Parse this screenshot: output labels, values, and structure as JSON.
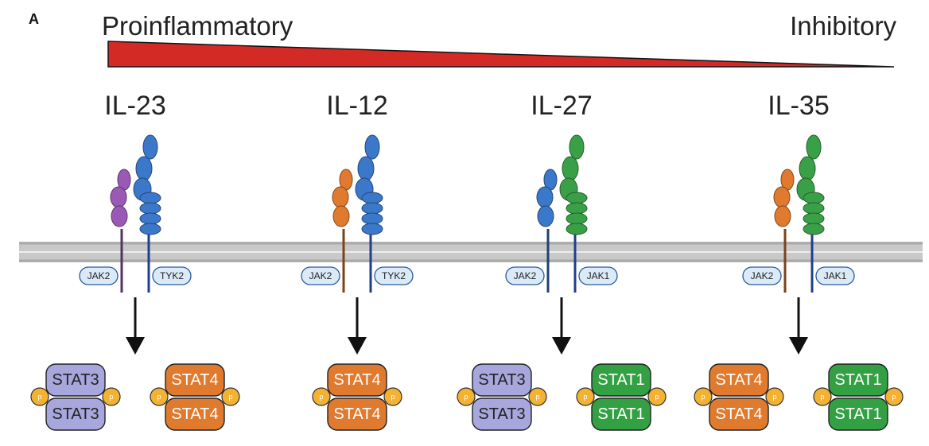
{
  "panel_label": "A",
  "gradient": {
    "left_label": "Proinflammatory",
    "right_label": "Inhibitory",
    "color": "#d32a26"
  },
  "colors": {
    "purple": "#9b59b6",
    "orange": "#e07a2e",
    "blue": "#3b78c9",
    "green": "#3aa047",
    "stat_purple": "#a7a7de",
    "stat_orange": "#e07a2e",
    "stat_green": "#33a043",
    "phospho": "#f4b233",
    "jak_fill": "#dbeaf7",
    "membrane": "#c9c9c9"
  },
  "cytokines": [
    {
      "name": "IL-23",
      "receptor_left": "purple",
      "receptor_right": "blue",
      "kinase_left": "JAK2",
      "kinase_right": "TYK2",
      "dimers": [
        {
          "top": "STAT3",
          "bottom": "STAT3",
          "color": "stat_purple",
          "phospho": "p"
        },
        {
          "top": "STAT4",
          "bottom": "STAT4",
          "color": "stat_orange",
          "phospho": "p"
        }
      ]
    },
    {
      "name": "IL-12",
      "receptor_left": "orange",
      "receptor_right": "blue",
      "kinase_left": "JAK2",
      "kinase_right": "TYK2",
      "dimers": [
        {
          "top": "STAT4",
          "bottom": "STAT4",
          "color": "stat_orange",
          "phospho": "p"
        }
      ]
    },
    {
      "name": "IL-27",
      "receptor_left": "blue",
      "receptor_right": "green",
      "kinase_left": "JAK2",
      "kinase_right": "JAK1",
      "dimers": [
        {
          "top": "STAT3",
          "bottom": "STAT3",
          "color": "stat_purple",
          "phospho": "p"
        },
        {
          "top": "STAT1",
          "bottom": "STAT1",
          "color": "stat_green",
          "phospho": "p"
        }
      ]
    },
    {
      "name": "IL-35",
      "receptor_left": "orange",
      "receptor_right": "green",
      "kinase_left": "JAK2",
      "kinase_right": "JAK1",
      "dimers": [
        {
          "top": "STAT4",
          "bottom": "STAT4",
          "color": "stat_orange",
          "phospho": "p"
        },
        {
          "top": "STAT1",
          "bottom": "STAT1",
          "color": "stat_green",
          "phospho": "p"
        }
      ]
    }
  ]
}
